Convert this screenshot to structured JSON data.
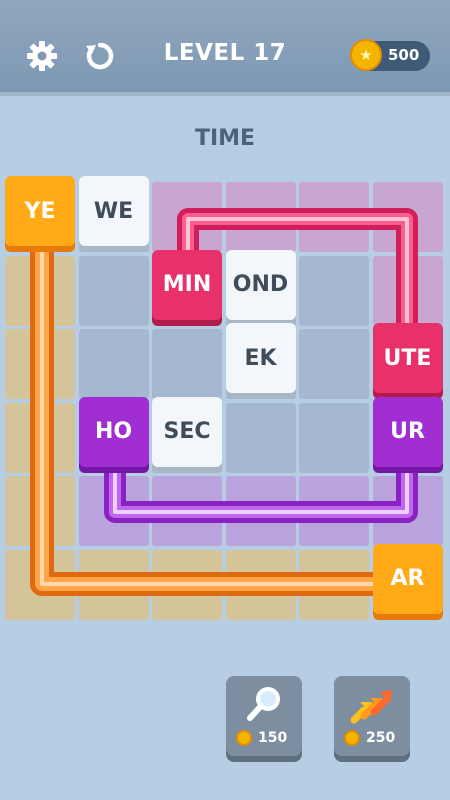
{
  "header": {
    "settings_icon": "gear-icon",
    "restart_icon": "restart-icon",
    "level_label": "LEVEL 17",
    "coins": "500",
    "coin_icon": "star-coin-icon"
  },
  "puzzle": {
    "category": "TIME",
    "grid_size": 6,
    "tiles": [
      {
        "text": "YE",
        "color": "orange",
        "row": 0,
        "col": 0
      },
      {
        "text": "WE",
        "color": "white",
        "row": 0,
        "col": 1
      },
      {
        "text": "MIN",
        "color": "pink",
        "row": 1,
        "col": 2
      },
      {
        "text": "OND",
        "color": "white",
        "row": 1,
        "col": 3
      },
      {
        "text": "EK",
        "color": "white",
        "row": 2,
        "col": 3
      },
      {
        "text": "UTE",
        "color": "pink",
        "row": 2,
        "col": 5
      },
      {
        "text": "HO",
        "color": "purple",
        "row": 3,
        "col": 1
      },
      {
        "text": "SEC",
        "color": "white",
        "row": 3,
        "col": 2
      },
      {
        "text": "UR",
        "color": "purple",
        "row": 3,
        "col": 5
      },
      {
        "text": "AR",
        "color": "orange",
        "row": 5,
        "col": 5
      }
    ],
    "colors": {
      "pink": "#e8306a",
      "orange": "#ffaa16",
      "purple": "#a12ed3",
      "white": "#f3f6fa"
    }
  },
  "powerups": [
    {
      "icon": "magnifier-icon",
      "cost": "150"
    },
    {
      "icon": "arrows-icon",
      "cost": "250"
    }
  ]
}
